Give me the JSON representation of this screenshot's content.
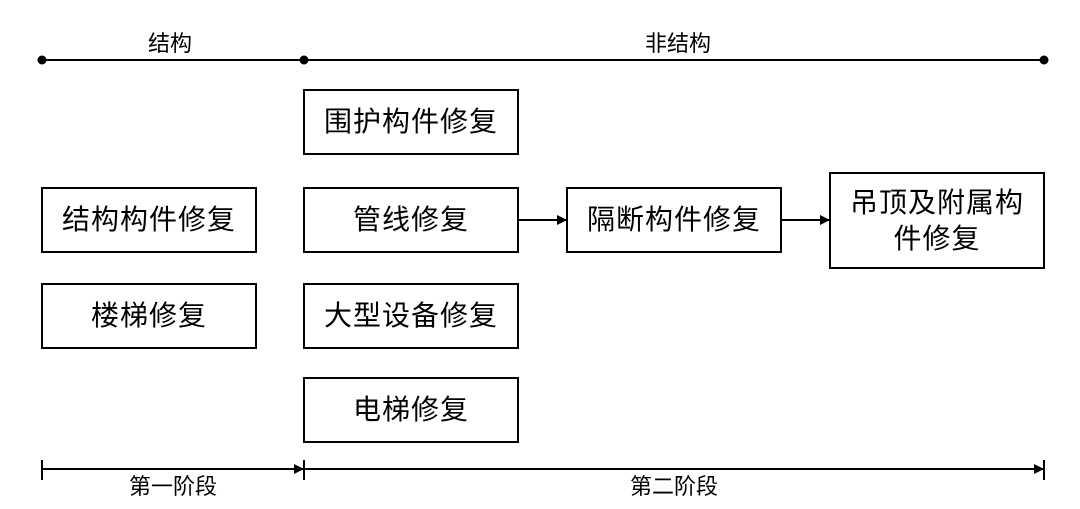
{
  "header": {
    "structural_label": "结构",
    "nonstructural_label": "非结构"
  },
  "footer": {
    "stage1_label": "第一阶段",
    "stage2_label": "第二阶段"
  },
  "nodes": {
    "structural_member_repair": "结构构件修复",
    "stair_repair": "楼梯修复",
    "envelope_member_repair": "围护构件修复",
    "pipeline_repair": "管线修复",
    "large_equipment_repair": "大型设备修复",
    "elevator_repair": "电梯修复",
    "partition_member_repair": "隔断构件修复",
    "ceiling_attachment_repair": "吊顶及附属构件修复"
  },
  "colors": {
    "line": "#000000",
    "background": "#ffffff"
  }
}
